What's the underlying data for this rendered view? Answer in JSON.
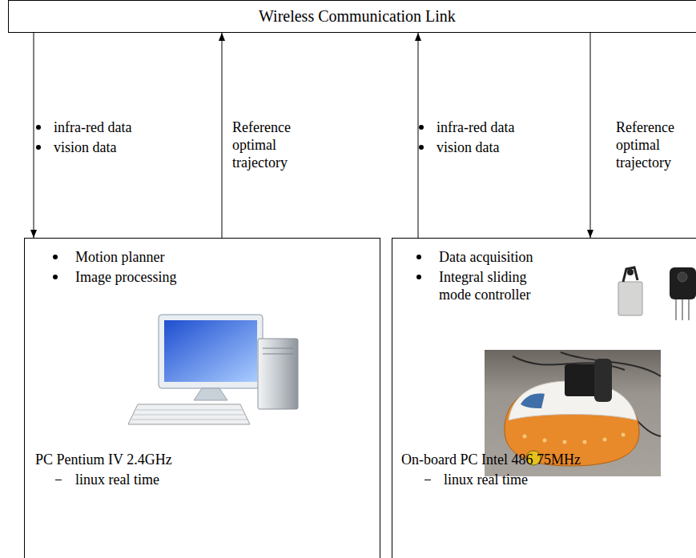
{
  "diagram": {
    "nodes": [
      {
        "text": [
          "Wireless Communication Link"
        ]
      },
      {
        "text": [
          "Motion planner",
          "Image processing",
          "PC Pentium IV 2.4GHz",
          "linux real time"
        ]
      },
      {
        "text": [
          "Data acquisition",
          "Integral sliding mode controller",
          "On-board PC Intel 486 75MHz",
          "linux real time"
        ]
      }
    ],
    "edges": [
      {
        "from": 0,
        "to": 1,
        "arrow": "to"
      },
      {
        "from": 1,
        "to": 0,
        "label": "Reference optimal trajectory",
        "arrow": "to"
      },
      {
        "from": 2,
        "to": 0,
        "arrow": "to"
      },
      {
        "from": 0,
        "to": 2,
        "label": "Reference optimal trajectory",
        "arrow": "to"
      }
    ],
    "labels": [
      "infra-red data",
      "vision data",
      "infra-red data",
      "vision data"
    ]
  }
}
